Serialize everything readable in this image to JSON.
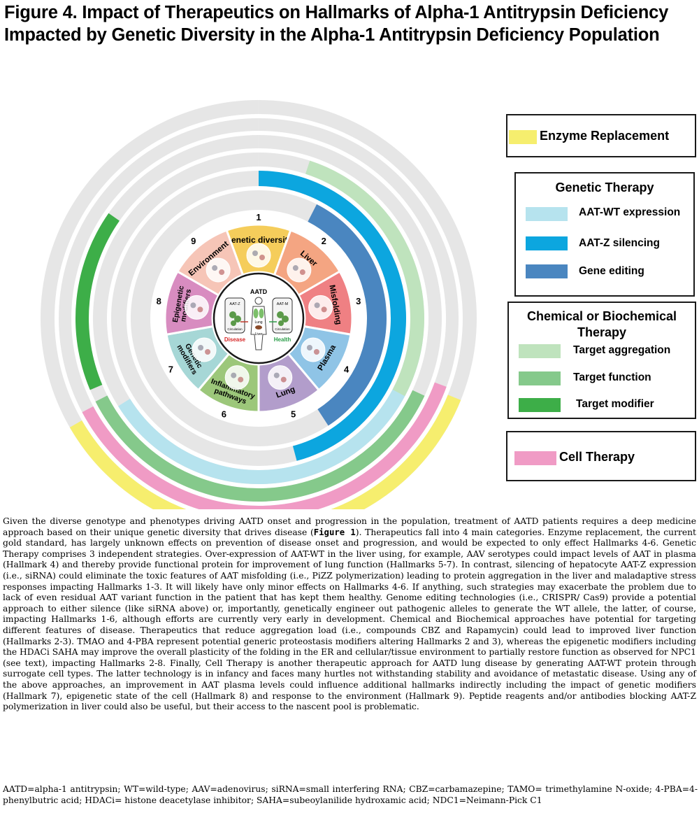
{
  "figure": {
    "title_line1": "Figure 4. Impact of Therapeutics on Hallmarks of Alpha-1 Antitrypsin Deficiency",
    "title_line2": "Impacted by Genetic Diversity in the Alpha-1 Antitrypsin Deficiency Population"
  },
  "wheel": {
    "center": {
      "title": "AATD",
      "left_panel": "AAT-Z",
      "right_panel": "AAT-M",
      "lung": "Lung",
      "circulation": "Circulation",
      "liver": "Liver",
      "disease": "Disease",
      "health": "Health"
    },
    "hallmarks": [
      {
        "number": "1",
        "label": "Genetic diversity",
        "color": "#f5cd5b"
      },
      {
        "number": "2",
        "label": "Liver",
        "color": "#f4a582"
      },
      {
        "number": "3",
        "label": "Misfolding",
        "color": "#ef8083"
      },
      {
        "number": "4",
        "label": "Plasma",
        "color": "#8fc4e6"
      },
      {
        "number": "5",
        "label": "Lung",
        "color": "#b29dcb"
      },
      {
        "number": "6",
        "label": "Inflammatory pathways",
        "color": "#9cc77a"
      },
      {
        "number": "7",
        "label": "Genetic modifiers",
        "color": "#a6d7d6"
      },
      {
        "number": "8",
        "label": "Epigenetic modifiers",
        "color": "#d88cc0"
      },
      {
        "number": "9",
        "label": "Environment",
        "color": "#f6c5b7"
      }
    ]
  },
  "legend": {
    "enzyme": {
      "label": "Enzyme Replacement",
      "color": "#f6ee6e"
    },
    "genetic": {
      "title": "Genetic Therapy",
      "items": [
        {
          "label": "AAT-WT expression",
          "color": "#b6e3ee"
        },
        {
          "label": "AAT-Z silencing",
          "color": "#0ca6df"
        },
        {
          "label": "Gene editing",
          "color": "#4a86c0"
        }
      ]
    },
    "chemical": {
      "title_line1": "Chemical or Biochemical",
      "title_line2": "Therapy",
      "items": [
        {
          "label": "Target aggregation",
          "color": "#bfe3bd"
        },
        {
          "label": "Target function",
          "color": "#85c98b"
        },
        {
          "label": "Target modifier",
          "color": "#3dae48"
        }
      ]
    },
    "cell": {
      "label": "Cell Therapy",
      "color": "#f09bc5"
    }
  },
  "therapy_rings": [
    {
      "name": "Gene editing",
      "color": "#4a86c0",
      "start": 27,
      "end": 147
    },
    {
      "name": "AAT-Z silencing",
      "color": "#0ca6df",
      "start": 0,
      "end": 165
    },
    {
      "name": "AAT-WT expression",
      "color": "#b6e3ee",
      "start": 98,
      "end": 238
    },
    {
      "name": "Target aggregation",
      "color": "#bfe3bd",
      "start": 18,
      "end": 118
    },
    {
      "name": "Target function",
      "color": "#85c98b",
      "start": 115,
      "end": 243
    },
    {
      "name": "Target modifier",
      "color": "#3dae48",
      "start": 247,
      "end": 305
    },
    {
      "name": "Cell Therapy",
      "color": "#f09bc5",
      "start": 110,
      "end": 242
    },
    {
      "name": "Enzyme Replacement",
      "color": "#f6ee6e",
      "start": 112,
      "end": 240
    }
  ],
  "caption": {
    "p1_before": "Given the diverse genotype and phenotypes driving AATD onset and progression in the population, treatment of AATD patients requires a deep medicine approach based on their unique genetic diversity that drives disease (",
    "p1_bold": "Figure 1",
    "p1_after": "). Therapeutics fall into 4 main categories. Enzyme replacement, the current gold standard, has largely unknown effects on prevention of disease onset and progression, and would be expected to only effect Hallmarks 4-6. Genetic Therapy comprises 3 independent strategies. Over-expression of AAT-WT in the liver using, for example, AAV serotypes could impact levels of AAT in plasma (Hallmark 4) and thereby provide functional protein for improvement of lung function (Hallmarks 5-7). In contrast, silencing of hepatocyte AAT-Z expression (i.e., siRNA) could eliminate the toxic features of AAT misfolding (i.e., PiZZ polymerization) leading to protein aggregation in the liver and maladaptive stress responses impacting Hallmarks 1-3. It will likely have only minor effects on Hallmarks 4-6. If anything, such strategies may exacerbate the problem due to lack of even residual AAT variant function in the patient that has kept them healthy. Genome editing technologies (i.e., CRISPR/ Cas9) provide a potential  approach to either silence (like siRNA above) or, importantly, genetically engineer out pathogenic alleles to generate the WT allele, the latter, of course, impacting Hallmarks 1-6, although efforts are currently very early in development. Chemical and Biochemical approaches have potential for targeting different features of disease. Therapeutics that reduce aggregation load (i.e., compounds CBZ and Rapamycin) could lead to improved liver function (Hallmarks 2-3).  TMAO and 4-PBA represent potential generic proteostasis modifiers altering Hallmarks 2 and 3), whereas the epigenetic modifiers including the HDACi SAHA may improve the overall plasticity of the folding in the ER and cellular/tissue environment to partially restore function as observed for NPC1 (see text), impacting Hallmarks 2-8.  Finally, Cell Therapy is another therapeutic approach for AATD lung disease by generating AAT-WT protein through surrogate cell types. The latter technology is in infancy and faces many hurtles not withstanding stability and avoidance of metastatic disease. Using any of the above approaches, an improvement in AAT plasma levels could influence additional hallmarks indirectly including the impact of genetic modifiers (Hallmark 7), epigenetic state of the cell (Hallmark 8) and response to the environment (Hallmark 9). Peptide reagents and/or antibodies blocking AAT-Z polymerization in liver could also be useful, but their access to the nascent pool is problematic.",
    "abbreviations": "AATD=alpha-1 antitrypsin; WT=wild-type; AAV=adenovirus; siRNA=small interfering RNA; CBZ=carbamazepine; TAMO= trimethylamine N-oxide; 4-PBA=4-phenylbutric acid; HDACi= histone deacetylase inhibitor; SAHA=subeoylanilide hydroxamic acid; NDC1=Neimann-Pick C1"
  }
}
